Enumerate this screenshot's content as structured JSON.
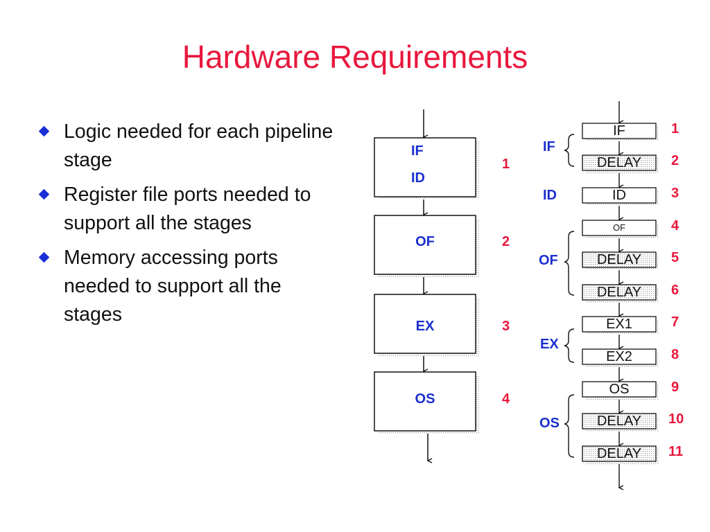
{
  "slide": {
    "title": "Hardware Requirements",
    "bullets": [
      "Logic needed for each pipeline stage",
      "Register file ports needed to support all the stages",
      "Memory accessing ports needed to support all the stages"
    ]
  },
  "colors": {
    "title": "#e8173d",
    "stage_label": "#1a2fd0",
    "number": "#e8173d",
    "bullet": "#1b2fd6"
  },
  "left_pipeline": {
    "stages": [
      {
        "labels": [
          "IF",
          "ID"
        ],
        "number": "1"
      },
      {
        "labels": [
          "OF"
        ],
        "number": "2"
      },
      {
        "labels": [
          "EX"
        ],
        "number": "3"
      },
      {
        "labels": [
          "OS"
        ],
        "number": "4"
      }
    ]
  },
  "right_pipeline": {
    "groups": [
      {
        "label": "IF",
        "brace": true
      },
      {
        "label": "ID",
        "brace": false
      },
      {
        "label": "OF",
        "brace": true
      },
      {
        "label": "EX",
        "brace": true
      },
      {
        "label": "OS",
        "brace": true
      }
    ],
    "stages": [
      {
        "text": "IF",
        "number": "1",
        "shaded": false
      },
      {
        "text": "DELAY",
        "number": "2",
        "shaded": true
      },
      {
        "text": "ID",
        "number": "3",
        "shaded": false
      },
      {
        "text": "OF",
        "number": "4",
        "shaded": false
      },
      {
        "text": "DELAY",
        "number": "5",
        "shaded": true
      },
      {
        "text": "DELAY",
        "number": "6",
        "shaded": true
      },
      {
        "text": "EX1",
        "number": "7",
        "shaded": false
      },
      {
        "text": "EX2",
        "number": "8",
        "shaded": false
      },
      {
        "text": "OS",
        "number": "9",
        "shaded": false
      },
      {
        "text": "DELAY",
        "number": "10",
        "shaded": true
      },
      {
        "text": "DELAY",
        "number": "11",
        "shaded": true
      }
    ]
  }
}
